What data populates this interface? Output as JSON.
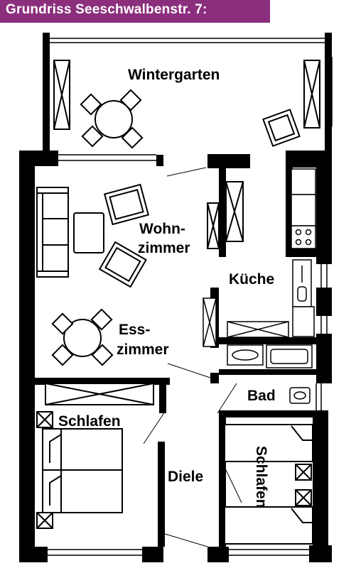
{
  "title": "Grundriss Seeschwalbenstr. 7:",
  "rooms": {
    "wintergarten": "Wintergarten",
    "wohn_line1": "Wohn-",
    "wohn_line2": "zimmer",
    "kueche": "Küche",
    "ess_line1": "Ess-",
    "ess_line2": "zimmer",
    "bad": "Bad",
    "schlafen_left": "Schlafen",
    "diele": "Diele",
    "schlafen_right": "Schlafen"
  },
  "colors": {
    "title_bar": "#8b2f7d",
    "title_text": "#ffffff",
    "walls": "#000000"
  }
}
